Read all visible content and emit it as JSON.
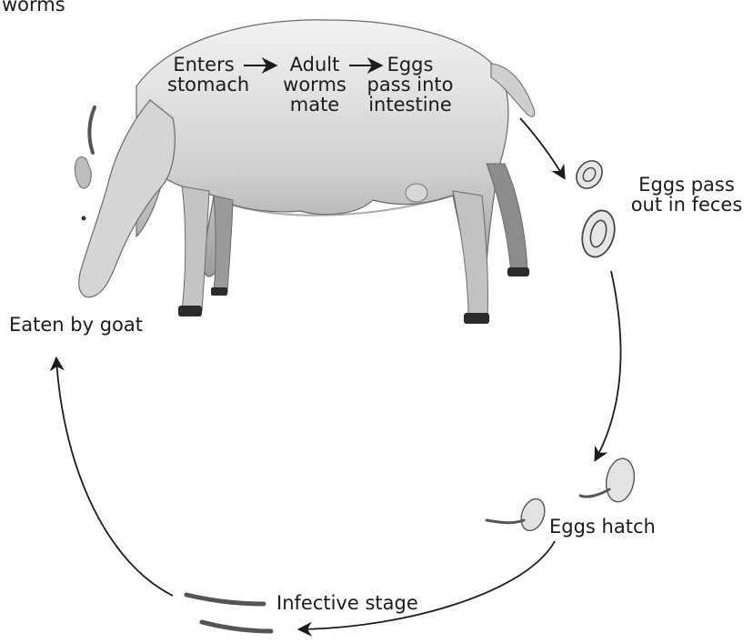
{
  "header": {
    "fragment": "worms"
  },
  "in_body_steps": [
    {
      "line1": "Enters",
      "line2": "stomach"
    },
    {
      "line1": "Adult",
      "line2": "worms",
      "line3": "mate"
    },
    {
      "line1": "Eggs",
      "line2": "pass into",
      "line3": "intestine"
    }
  ],
  "cycle_labels": {
    "eggs_pass_out_line1": "Eggs pass",
    "eggs_pass_out_line2": "out in feces",
    "eggs_hatch": "Eggs hatch",
    "infective_stage": "Infective stage",
    "eaten_by_goat": "Eaten by goat"
  },
  "colors": {
    "ink": "#1b1b1b",
    "goat_fill": "#d9d9d9",
    "goat_shadow": "#8a8a8a",
    "egg_fill": "#e6e6e6"
  }
}
